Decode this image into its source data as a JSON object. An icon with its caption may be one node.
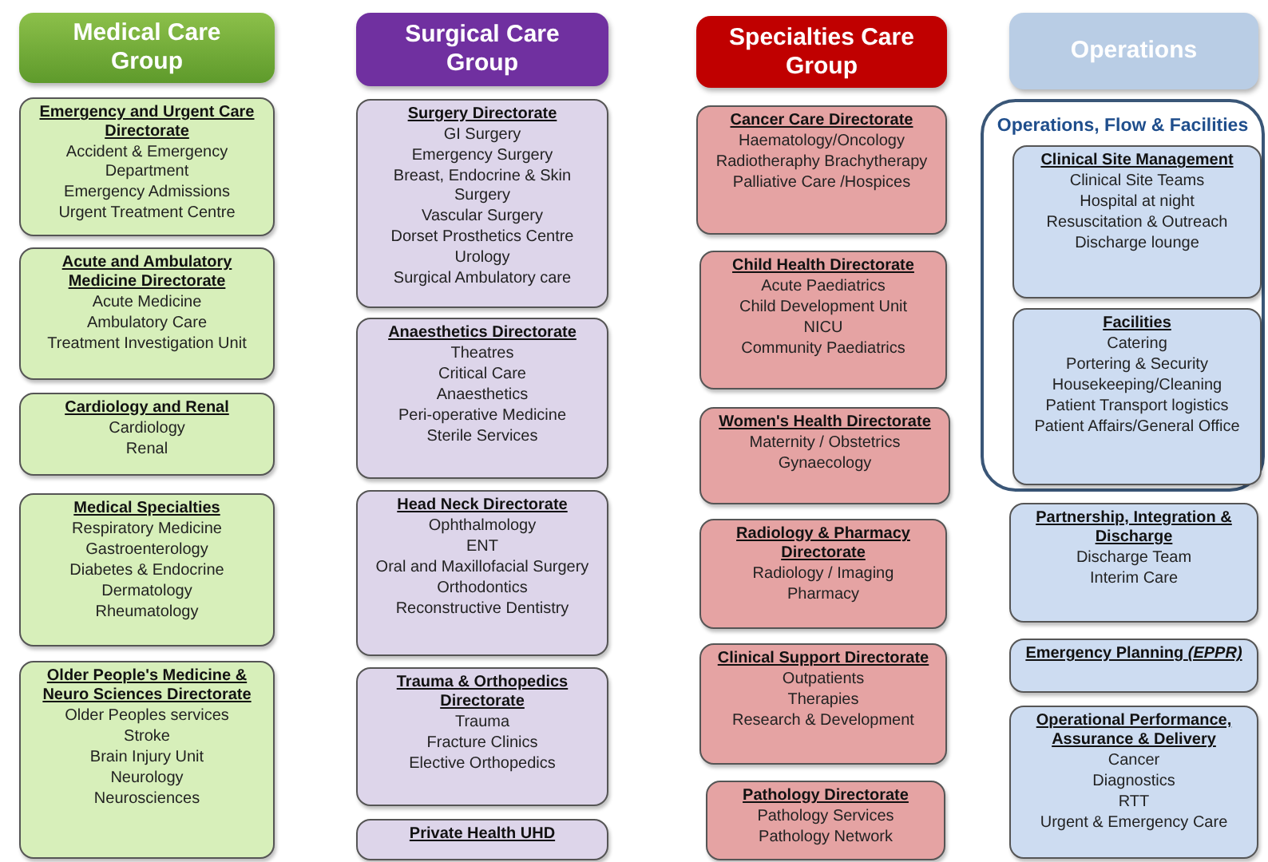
{
  "diagram": {
    "nodes": [
      {
        "text": [
          "Medical Care Group"
        ]
      },
      {
        "text": [
          "Emergency and Urgent Care Directorate",
          "Accident & Emergency Department",
          "Emergency Admissions",
          "Urgent Treatment Centre"
        ]
      },
      {
        "text": [
          "Acute and Ambulatory Medicine Directorate",
          "Acute Medicine",
          "Ambulatory Care",
          "Treatment Investigation Unit"
        ]
      },
      {
        "text": [
          "Cardiology and Renal",
          "Cardiology",
          "Renal"
        ]
      },
      {
        "text": [
          "Medical Specialties",
          "Respiratory Medicine",
          "Gastroenterology",
          "Diabetes & Endocrine",
          "Dermatology",
          "Rheumatology"
        ]
      },
      {
        "text": [
          "Older People's Medicine & Neuro Sciences Directorate",
          "Older Peoples services",
          "Stroke",
          "Brain Injury Unit",
          "Neurology",
          "Neurosciences"
        ]
      },
      {
        "text": [
          "Surgical Care Group"
        ]
      },
      {
        "text": [
          "Surgery Directorate",
          "GI Surgery",
          "Emergency Surgery",
          "Breast, Endocrine & Skin Surgery",
          "Vascular Surgery",
          "Dorset Prosthetics Centre",
          "Urology",
          "Surgical Ambulatory care"
        ]
      },
      {
        "text": [
          "Anaesthetics Directorate",
          "Theatres",
          "Critical Care",
          "Anaesthetics",
          "Peri-operative Medicine",
          "Sterile Services"
        ]
      },
      {
        "text": [
          "Head Neck Directorate",
          "Ophthalmology",
          "ENT",
          "Oral and Maxillofacial Surgery",
          "Orthodontics",
          "Reconstructive Dentistry"
        ]
      },
      {
        "text": [
          "Trauma & Orthopedics Directorate",
          "Trauma",
          "Fracture Clinics",
          "Elective Orthopedics"
        ]
      },
      {
        "text": [
          "Private Health UHD"
        ]
      },
      {
        "text": [
          "Specialties Care Group"
        ]
      },
      {
        "text": [
          "Cancer Care Directorate",
          "Haematology/Oncology",
          "Radiotheraphy Brachytherapy",
          "Palliative Care /Hospices"
        ]
      },
      {
        "text": [
          "Child Health Directorate",
          "Acute Paediatrics",
          "Child Development Unit",
          "NICU",
          "Community Paediatrics"
        ]
      },
      {
        "text": [
          "Women's Health Directorate",
          "Maternity / Obstetrics",
          "Gynaecology"
        ]
      },
      {
        "text": [
          "Radiology & Pharmacy Directorate",
          "Radiology / Imaging",
          "Pharmacy"
        ]
      },
      {
        "text": [
          "Clinical Support Directorate",
          "Outpatients",
          "Therapies",
          "Research & Development"
        ]
      },
      {
        "text": [
          "Pathology Directorate",
          "Pathology Services",
          "Pathology Network"
        ]
      },
      {
        "text": [
          "Operations"
        ]
      },
      {
        "text": [
          "Operations, Flow & Facilities"
        ]
      },
      {
        "text": [
          "Clinical Site Management",
          "Clinical Site Teams",
          "Hospital at night",
          "Resuscitation & Outreach",
          "Discharge lounge"
        ],
        "in": 20
      },
      {
        "text": [
          "Facilities",
          "Catering",
          "Portering & Security",
          "Housekeeping/Cleaning",
          "Patient Transport logistics",
          "Patient Affairs/General Office"
        ],
        "in": 20
      },
      {
        "text": [
          "Partnership, Integration & Discharge",
          "Discharge Team",
          "Interim Care"
        ]
      },
      {
        "text": [
          "Emergency Planning *(EPPR)*"
        ]
      },
      {
        "text": [
          "Operational Performance, Assurance & Delivery",
          "Cancer",
          "Diagnostics",
          "RTT",
          "Urgent & Emergency Care"
        ]
      }
    ]
  }
}
